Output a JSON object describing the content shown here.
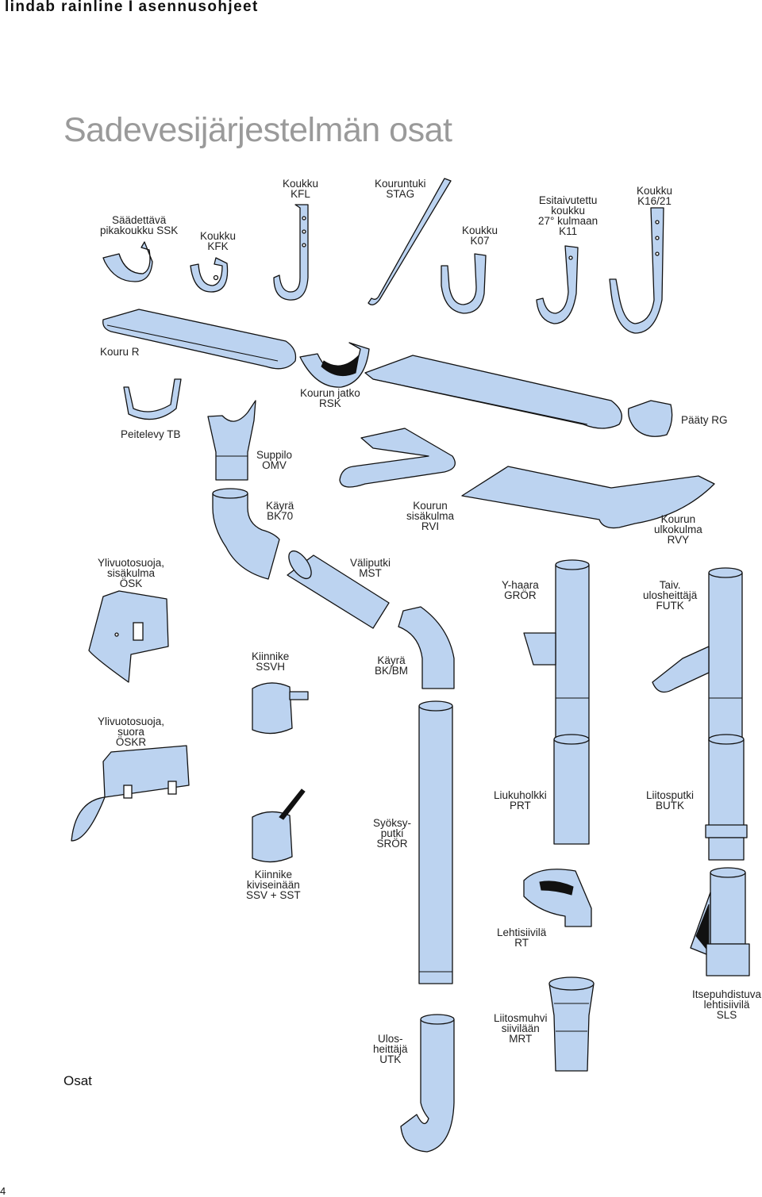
{
  "header": {
    "brand": "lindab rainline",
    "separator": "I",
    "section": "asennusohjeet"
  },
  "title": "Sadevesijärjestelmän osat",
  "parts": [
    {
      "id": "ssk",
      "lines": [
        "Säädettävä",
        "pikakoukku SSK"
      ]
    },
    {
      "id": "kfk",
      "lines": [
        "Koukku",
        "KFK"
      ]
    },
    {
      "id": "kfl",
      "lines": [
        "Koukku",
        "KFL"
      ]
    },
    {
      "id": "stag",
      "lines": [
        "Kouruntuki",
        "STAG"
      ]
    },
    {
      "id": "k07",
      "lines": [
        "Koukku",
        "K07"
      ]
    },
    {
      "id": "k11",
      "lines": [
        "Esitaivutettu",
        "koukku",
        "27° kulmaan",
        "K11"
      ]
    },
    {
      "id": "k16",
      "lines": [
        "Koukku",
        "K16/21"
      ]
    },
    {
      "id": "r",
      "lines": [
        "Kouru R"
      ]
    },
    {
      "id": "rsk",
      "lines": [
        "Kourun jatko",
        "RSK"
      ]
    },
    {
      "id": "tb",
      "lines": [
        "Peitelevy TB"
      ]
    },
    {
      "id": "rg",
      "lines": [
        "Pääty RG"
      ]
    },
    {
      "id": "omv",
      "lines": [
        "Suppilo",
        "OMV"
      ]
    },
    {
      "id": "bk70",
      "lines": [
        "Käyrä",
        "BK70"
      ]
    },
    {
      "id": "rvi",
      "lines": [
        "Kourun",
        "sisäkulma",
        "RVI"
      ]
    },
    {
      "id": "rvy",
      "lines": [
        "Kourun",
        "ulkokulma",
        "RVY"
      ]
    },
    {
      "id": "osk",
      "lines": [
        "Ylivuotosuoja,",
        "sisäkulma",
        "ÖSK"
      ]
    },
    {
      "id": "mst",
      "lines": [
        "Väliputki",
        "MST"
      ]
    },
    {
      "id": "gror",
      "lines": [
        "Y-haara",
        "GRÖR"
      ]
    },
    {
      "id": "futk",
      "lines": [
        "Taiv.",
        "ulosheittäjä",
        "FUTK"
      ]
    },
    {
      "id": "ssvh",
      "lines": [
        "Kiinnike",
        "SSVH"
      ]
    },
    {
      "id": "bkbm",
      "lines": [
        "Käyrä",
        "BK/BM"
      ]
    },
    {
      "id": "oskr",
      "lines": [
        "Ylivuotosuoja,",
        "suora",
        "ÖSKR"
      ]
    },
    {
      "id": "prt",
      "lines": [
        "Liukuholkki",
        "PRT"
      ]
    },
    {
      "id": "butk",
      "lines": [
        "Liitosputki",
        "BUTK"
      ]
    },
    {
      "id": "sror",
      "lines": [
        "Syöksy-",
        "putki",
        "SRÖR"
      ]
    },
    {
      "id": "ssv",
      "lines": [
        "Kiinnike",
        "kiviseinään",
        "SSV + SST"
      ]
    },
    {
      "id": "rt",
      "lines": [
        "Lehtisiivilä",
        "RT"
      ]
    },
    {
      "id": "sls",
      "lines": [
        "Itsepuhdistuva",
        "lehtisiivilä",
        "SLS"
      ]
    },
    {
      "id": "mrt",
      "lines": [
        "Liitosmuhvi",
        "siivilään",
        "MRT"
      ]
    },
    {
      "id": "utk",
      "lines": [
        "Ulos-",
        "heittäjä",
        "UTK"
      ]
    }
  ],
  "footer": {
    "section_label": "Osat",
    "page_number": "4"
  },
  "colors": {
    "part_fill": "#bcd3f0",
    "outline": "#111111",
    "title": "#9a9a9a"
  }
}
